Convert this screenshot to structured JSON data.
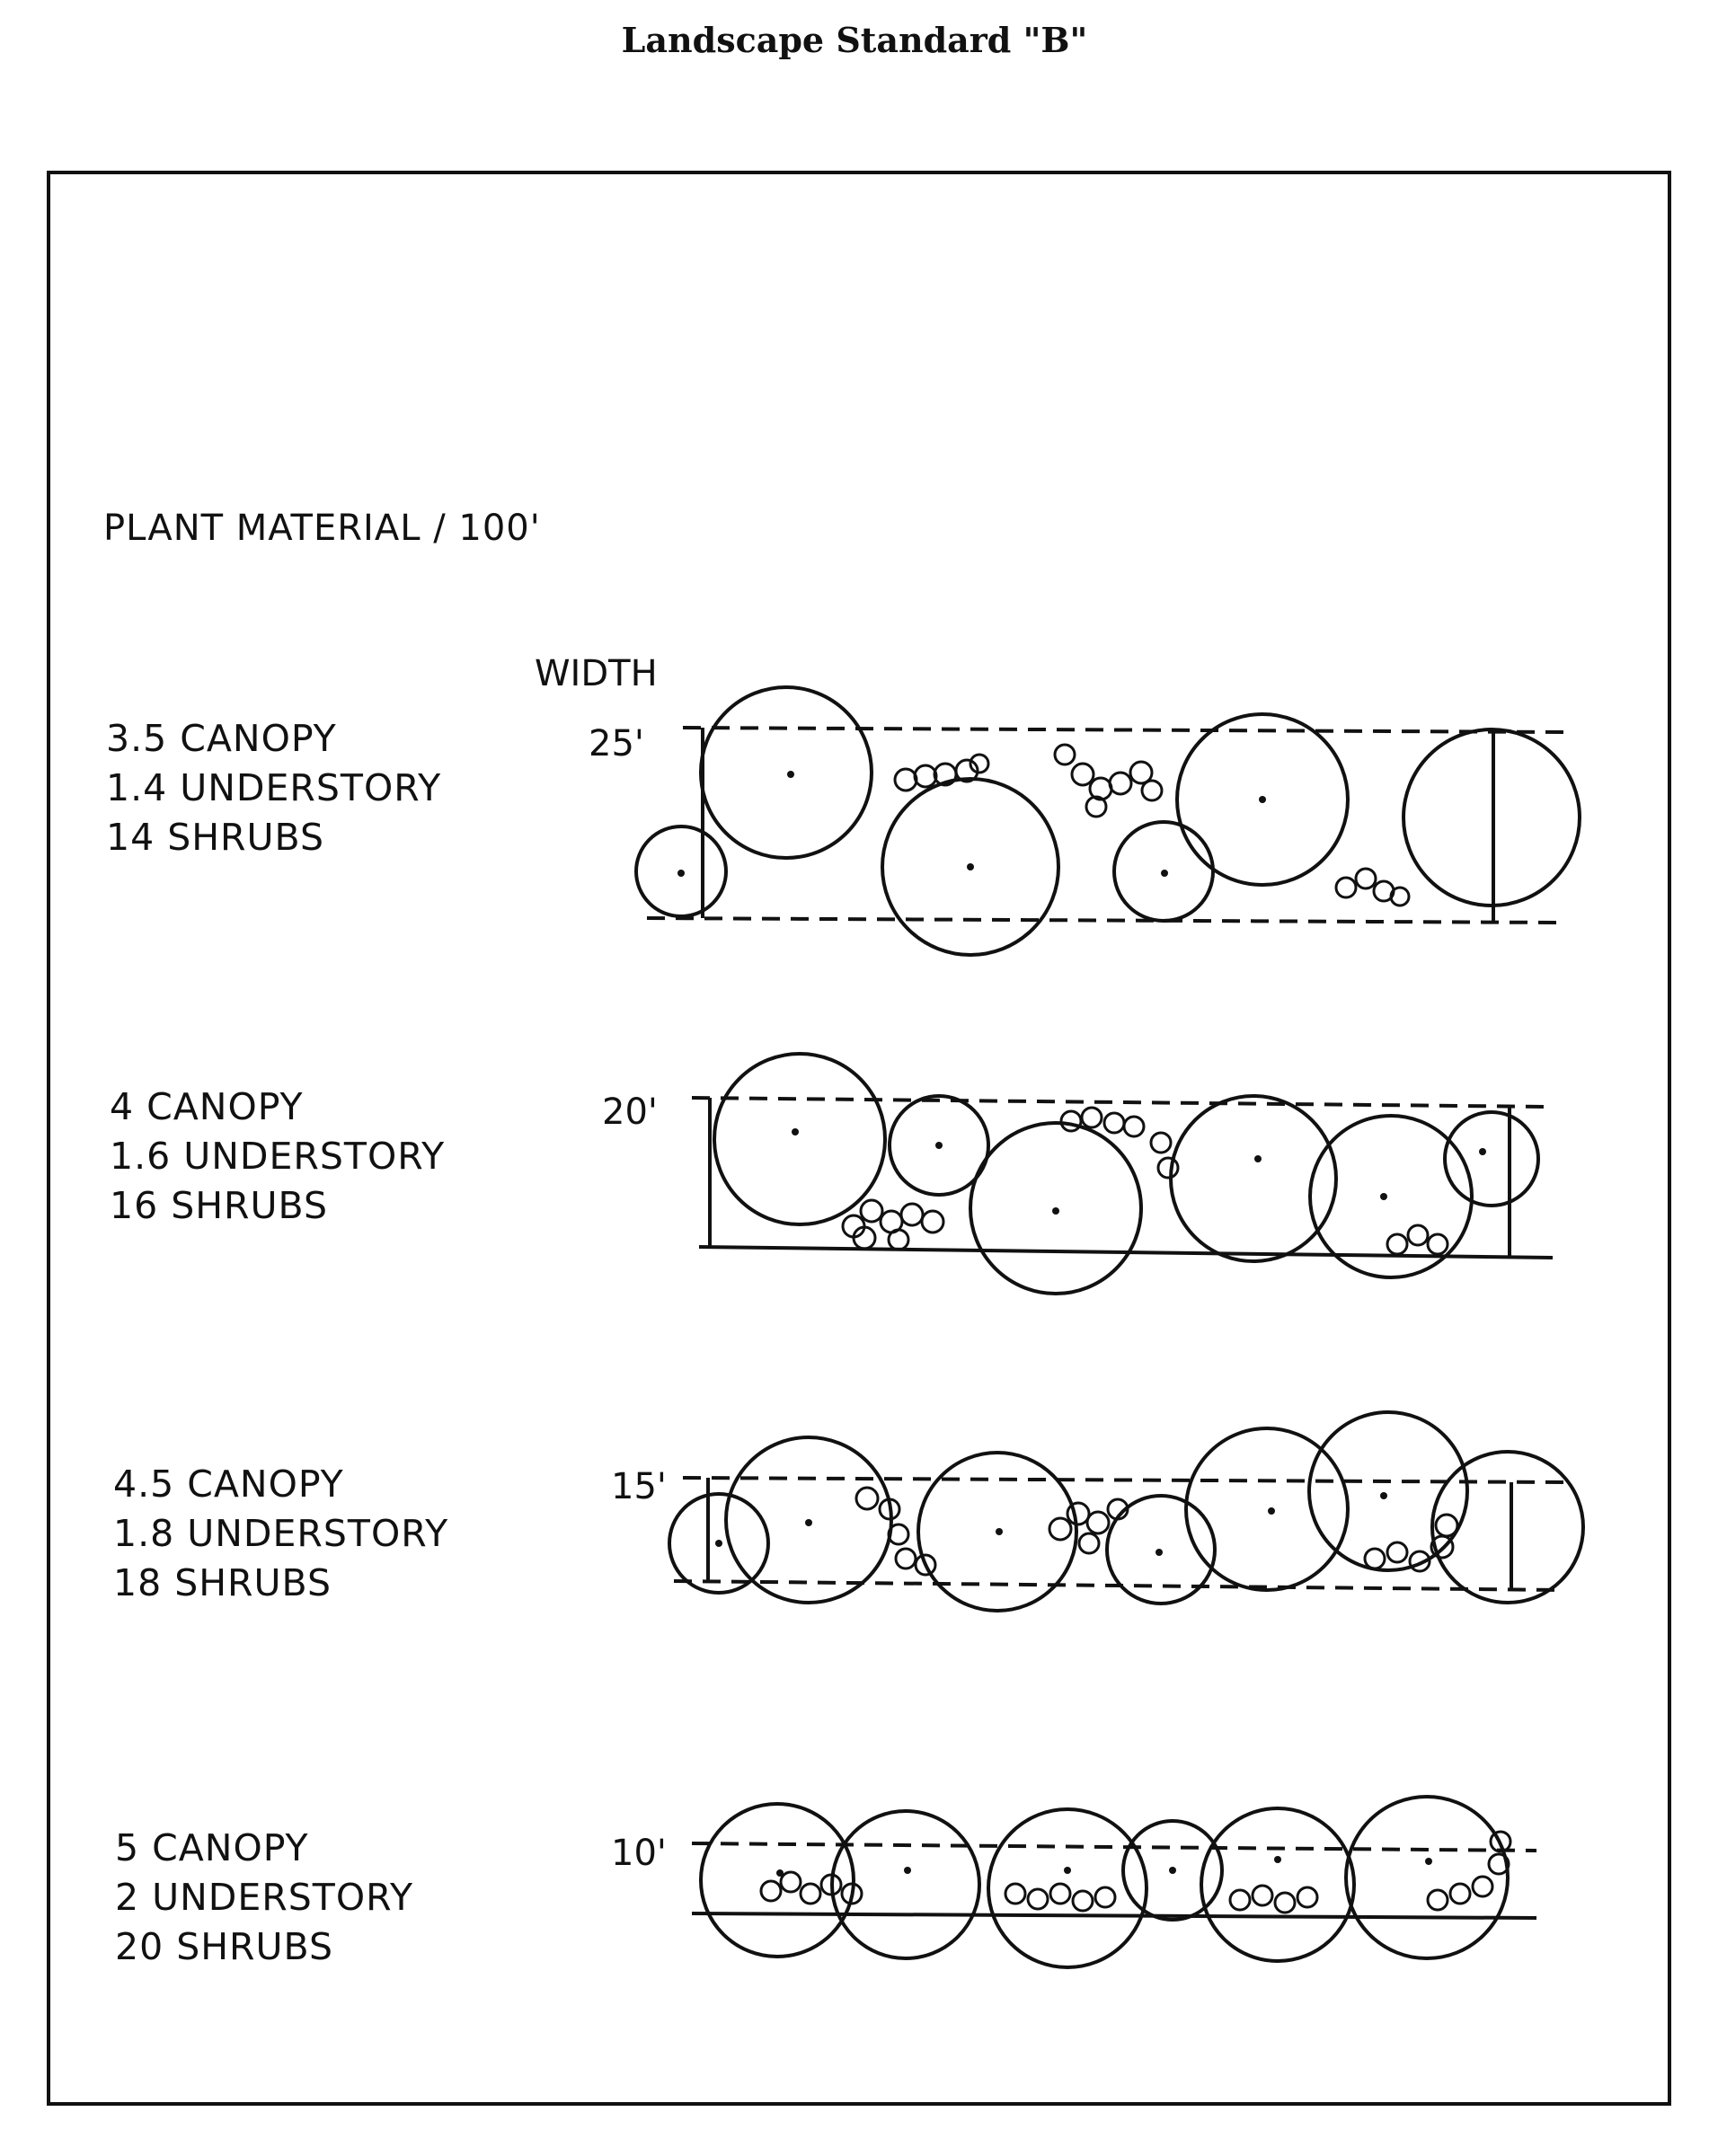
{
  "title": "Landscape Standard \"B\"",
  "heading": "PLANT MATERIAL / 100'",
  "width_label": "WIDTH",
  "rows": [
    {
      "width": "25'",
      "canopy": "3.5 CANOPY",
      "understory": "1.4 UNDERSTORY",
      "shrubs": "14 SHRUBS"
    },
    {
      "width": "20'",
      "canopy": "4 CANOPY",
      "understory": "1.6 UNDERSTORY",
      "shrubs": "16 SHRUBS"
    },
    {
      "width": "15'",
      "canopy": "4.5 CANOPY",
      "understory": "1.8 UNDERSTORY",
      "shrubs": "18 SHRUBS"
    },
    {
      "width": "10'",
      "canopy": "5 CANOPY",
      "understory": "2 UNDERSTORY",
      "shrubs": "20 SHRUBS"
    }
  ]
}
